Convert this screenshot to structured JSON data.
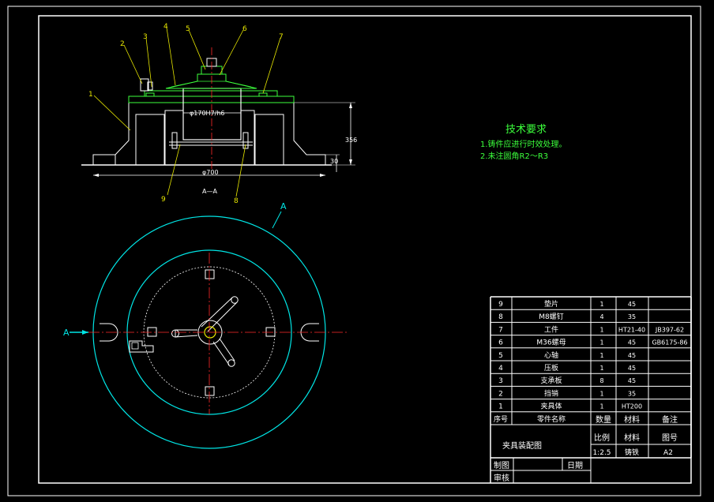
{
  "section_view": {
    "callouts": [
      "1",
      "2",
      "3",
      "4",
      "5",
      "6",
      "7",
      "8",
      "9"
    ],
    "dim_bore": "φ170H7/h6",
    "dim_diameter": "φ700",
    "dim_height": "356",
    "dim_base": "30",
    "section_label": "A—A"
  },
  "plan_view": {
    "section_mark_top": "A",
    "section_mark_left": "A"
  },
  "tech_requirements": {
    "title": "技术要求",
    "items": [
      "1.铸件应进行时效处理。",
      "2.未注圆角R2～R3"
    ]
  },
  "parts_list": [
    {
      "no": "9",
      "name": "垫片",
      "qty": "1",
      "material": "45",
      "remark": ""
    },
    {
      "no": "8",
      "name": "M8螺钉",
      "qty": "4",
      "material": "35",
      "remark": ""
    },
    {
      "no": "7",
      "name": "工件",
      "qty": "1",
      "material": "HT21-40",
      "remark": "JB397-62"
    },
    {
      "no": "6",
      "name": "M36螺母",
      "qty": "1",
      "material": "45",
      "remark": "GB6175-86"
    },
    {
      "no": "5",
      "name": "心轴",
      "qty": "1",
      "material": "45",
      "remark": ""
    },
    {
      "no": "4",
      "name": "压板",
      "qty": "1",
      "material": "45",
      "remark": ""
    },
    {
      "no": "3",
      "name": "支承板",
      "qty": "8",
      "material": "45",
      "remark": ""
    },
    {
      "no": "2",
      "name": "挡销",
      "qty": "1",
      "material": "35",
      "remark": ""
    },
    {
      "no": "1",
      "name": "夹具体",
      "qty": "1",
      "material": "HT200",
      "remark": ""
    }
  ],
  "parts_header": {
    "no": "序号",
    "name": "零件名称",
    "qty": "数量",
    "material": "材料",
    "remark": "备注"
  },
  "title_block": {
    "drawing_name": "夹具装配图",
    "scale_label": "比例",
    "scale_value": "1:2.5",
    "material_label": "材料",
    "material_value": "铸铁",
    "drawing_no_label": "图号",
    "drawing_no_value": "A2",
    "drawn_label": "制图",
    "checked_label": "审核",
    "date_label": "日期"
  }
}
